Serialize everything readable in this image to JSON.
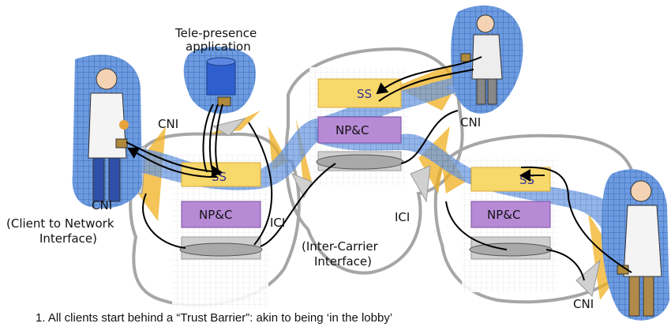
{
  "diagram": {
    "labels": {
      "telepresence_line1": "Tele-presence",
      "telepresence_line2": "application",
      "cni_top_left": "CNI",
      "cni_top_right": "CNI",
      "cni_left": "CNI",
      "cni_bottom_right": "CNI",
      "client_network_line1": "(Client to Network",
      "client_network_line2": "Interface)",
      "ici_left": "ICI",
      "ici_right": "ICI",
      "inter_carrier_line1": "(Inter-Carrier",
      "inter_carrier_line2": "Interface)"
    },
    "carriers": [
      {
        "ss": "SS",
        "npc": "NP&C"
      },
      {
        "ss": "SS",
        "npc": "NP&C"
      },
      {
        "ss": "SS",
        "npc": "NP&C"
      }
    ],
    "footnote": "1. All clients start behind a “Trust Barrier”: akin to being ‘in the lobby’"
  },
  "colors": {
    "ss_box": "#f7d86a",
    "npc_box": "#b78ad6",
    "bottom_box": "#cfcfcf",
    "tunnel": "#6f9fd8",
    "trust_barrier": "#f0b020",
    "cloud_outline": "#a6a6a6",
    "person_bg": "#5b8fd6"
  }
}
